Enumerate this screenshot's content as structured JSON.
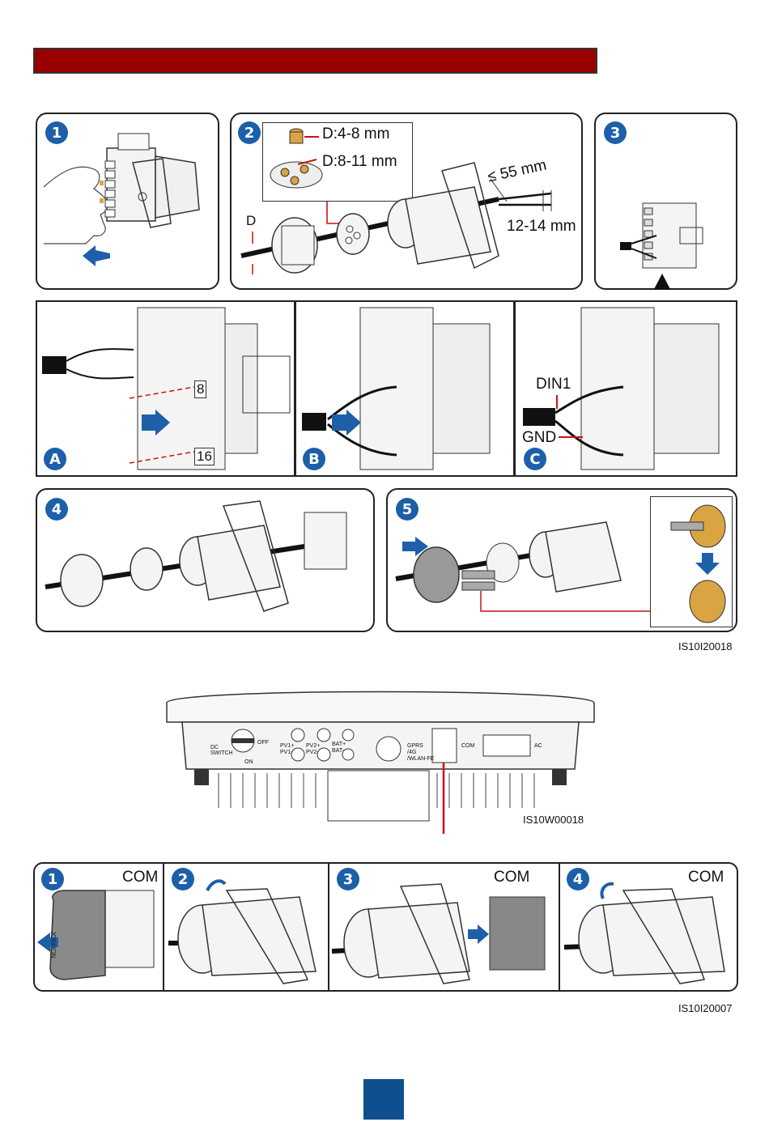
{
  "header_bar": {
    "color": "#990000"
  },
  "figure1": {
    "code": "IS10I20018",
    "steps": [
      "1",
      "2",
      "3",
      "4",
      "5"
    ],
    "substeps": [
      "A",
      "B",
      "C"
    ],
    "dims": {
      "d_small": "D:4-8 mm",
      "d_large": "D:8-11 mm",
      "d_label": "D",
      "strip_length": "≤ 55 mm",
      "strip_wire": "12-14 mm"
    },
    "pins": {
      "pin_a": "8",
      "pin_b": "16"
    },
    "signals": {
      "din": "DIN1",
      "gnd": "GND"
    }
  },
  "inverter": {
    "code": "IS10W00018",
    "ports": {
      "dc_switch": "DC SWITCH",
      "off": "OFF",
      "on": "ON",
      "pv1p": "PV1+",
      "pv1m": "PV1-",
      "pv2p": "PV2+",
      "pv2m": "PV2-",
      "batp": "BAT+",
      "batm": "BAT-",
      "gprs": "GPRS",
      "g4": "/4G",
      "wlan": "/WLAN-FE",
      "com": "COM",
      "ac": "AC"
    }
  },
  "figure2": {
    "code": "IS10I20007",
    "steps": [
      "1",
      "2",
      "3",
      "4"
    ],
    "com_label": "COM",
    "cap_brand": "JONHON"
  },
  "page_block": {
    "color": "#0d4f8f"
  },
  "colors": {
    "accent_blue": "#1d5fa8",
    "arrow_red": "#cc1111"
  }
}
